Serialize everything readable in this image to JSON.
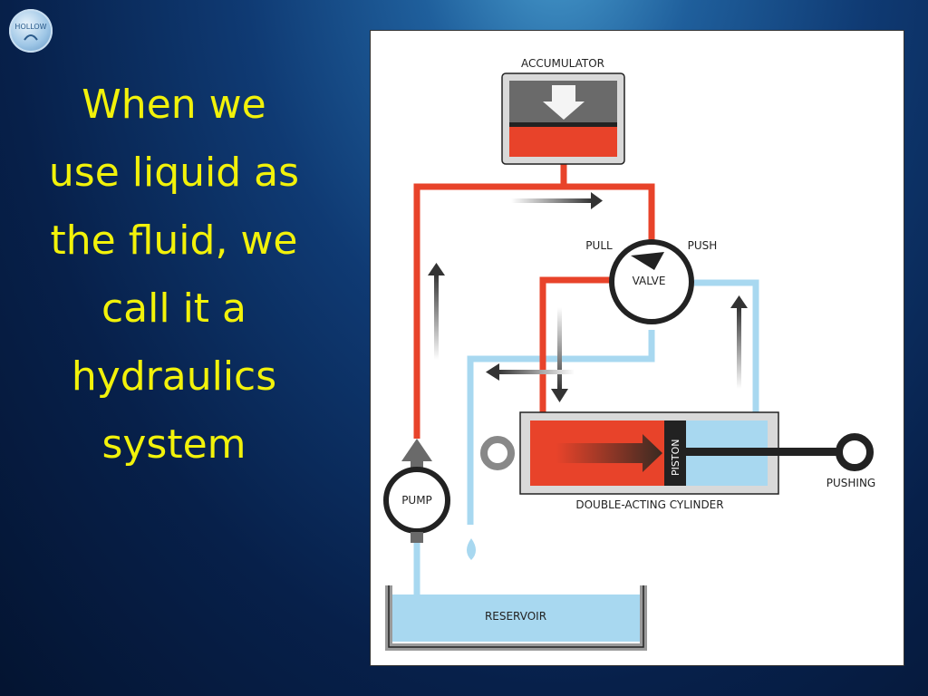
{
  "logo": {
    "text": "HOLLOW"
  },
  "headline": "When we\nuse liquid as\nthe fluid, we\ncall it a\nhydraulics\nsystem",
  "diagram": {
    "labels": {
      "accumulator": "ACCUMULATOR",
      "pull": "PULL",
      "push": "PUSH",
      "valve": "VALVE",
      "piston": "PISTON",
      "cylinder": "DOUBLE-ACTING CYLINDER",
      "pushing": "PUSHING",
      "pump": "PUMP",
      "reservoir": "RESERVOIR"
    },
    "colors": {
      "pressure_line": "#e8432a",
      "return_line": "#a8d8f0",
      "outline": "#222222"
    }
  }
}
